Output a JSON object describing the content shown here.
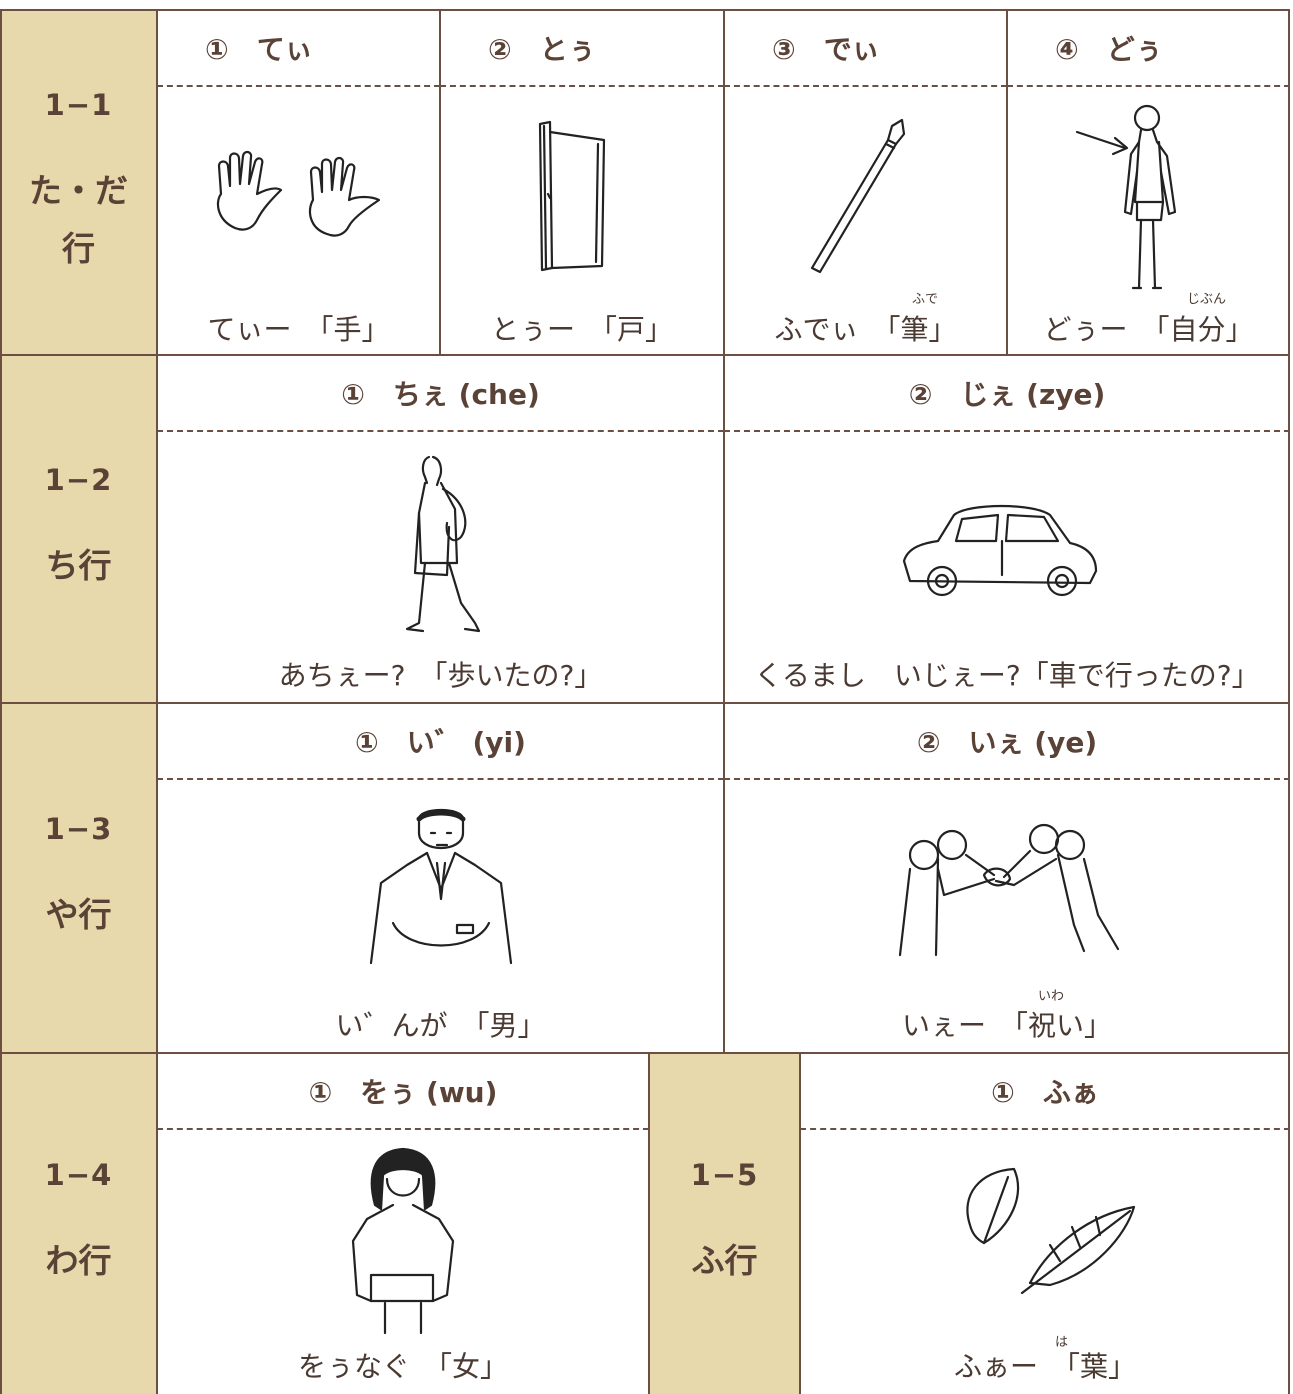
{
  "colors": {
    "header_bg": "#e8d9ac",
    "border": "#6a4f42",
    "text": "#5a4236"
  },
  "sections": {
    "s1": {
      "num": "1−1",
      "name_line1": "た・だ",
      "name_line2": "行",
      "cells": [
        {
          "title": "①　てぃ",
          "caption": "てぃー　「手」",
          "icon": "hands-icon"
        },
        {
          "title": "②　とぅ",
          "caption": "とぅー　「戸」",
          "icon": "door-icon"
        },
        {
          "title": "③　でぃ",
          "caption": "ふでぃ　「筆」",
          "ruby": "ふで",
          "icon": "brush-icon"
        },
        {
          "title": "④　どぅ",
          "caption": "どぅー　「自分」",
          "ruby": "じぶん",
          "icon": "self-person-icon"
        }
      ]
    },
    "s2": {
      "num": "1−2",
      "name": "ち行",
      "cells": [
        {
          "title": "①　ちぇ (che)",
          "caption": "あちぇー?　「歩いたの?」",
          "icon": "walking-woman-icon"
        },
        {
          "title": "②　じぇ (zye)",
          "caption": "くるまし　いじぇー?「車で行ったの?」",
          "icon": "car-icon"
        }
      ]
    },
    "s3": {
      "num": "1−3",
      "name": "や行",
      "cells": [
        {
          "title": "①　い゛ (yi)",
          "caption": "い゛んが　「男」",
          "icon": "man-icon"
        },
        {
          "title": "②　いぇ (ye)",
          "caption": "いぇー　「祝い」",
          "ruby": "いわ",
          "icon": "celebration-icon"
        }
      ]
    },
    "s4": {
      "num": "1−4",
      "name": "わ行",
      "cells": [
        {
          "title": "①　をぅ (wu)",
          "caption": "をぅなぐ　「女」",
          "icon": "woman-icon"
        }
      ]
    },
    "s5": {
      "num": "1−5",
      "name": "ふ行",
      "cells": [
        {
          "title": "①　ふぁ",
          "caption": "ふぁー　「葉」",
          "ruby": "は",
          "icon": "leaves-icon"
        }
      ]
    }
  }
}
